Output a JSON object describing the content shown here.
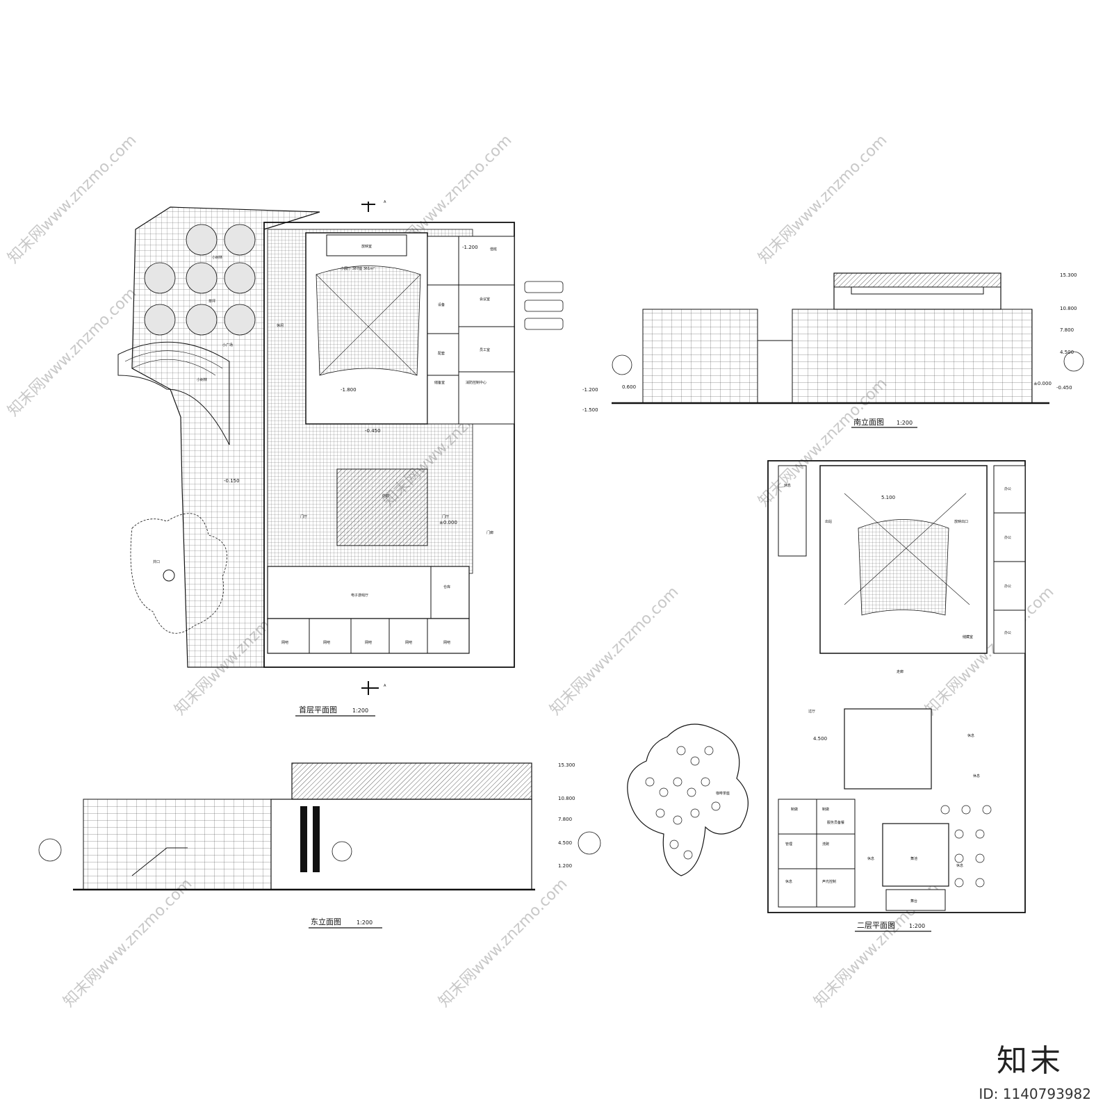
{
  "drawings": {
    "ground_plan": {
      "title": "首层平面图",
      "scale": "1:200",
      "section_mark": "A",
      "hall_label": "小展厅 387座 361m²",
      "rooms": [
        "放映室",
        "值班",
        "会议室",
        "设备",
        "员工室",
        "配套",
        "储备室",
        "消防控制中心",
        "电子游戏厅",
        "仓库",
        "网吧",
        "网吧",
        "网吧",
        "网吧",
        "网吧",
        "门厅",
        "门厅",
        "门廊",
        "中庭",
        "小树林",
        "草坪",
        "小广场",
        "小树林",
        "休闲",
        "井口"
      ],
      "elevations": [
        "-1.200",
        "-1.800",
        "-0.450",
        "±0.000",
        "-0.150"
      ]
    },
    "south_elevation": {
      "title": "南立面图",
      "scale": "1:200",
      "levels": [
        "15.300",
        "10.800",
        "7.800",
        "4.500",
        "±0.000",
        "-0.450",
        "-1.200",
        "-1.500",
        "0.600"
      ]
    },
    "east_elevation": {
      "title": "东立面图",
      "scale": "1:200",
      "levels": [
        "15.300",
        "10.800",
        "7.800",
        "4.500",
        "1.200"
      ]
    },
    "second_plan": {
      "title": "二层平面图",
      "scale": "1:200",
      "rooms": [
        "休息",
        "办公",
        "办公",
        "办公",
        "办公",
        "储藏室",
        "走廊",
        "过厅",
        "休息",
        "休息",
        "咖啡茶座",
        "制做",
        "管理",
        "洗碗",
        "制做",
        "服务员备餐",
        "声光控制",
        "休息",
        "舞池",
        "舞台",
        "休息",
        "休息",
        "放映出口",
        "出站"
      ],
      "elevations": [
        "5.100",
        "4.500"
      ]
    }
  },
  "watermark": "知末网www.znzmo.com",
  "brand": {
    "logo": "知末",
    "id": "ID: 1140793982"
  }
}
